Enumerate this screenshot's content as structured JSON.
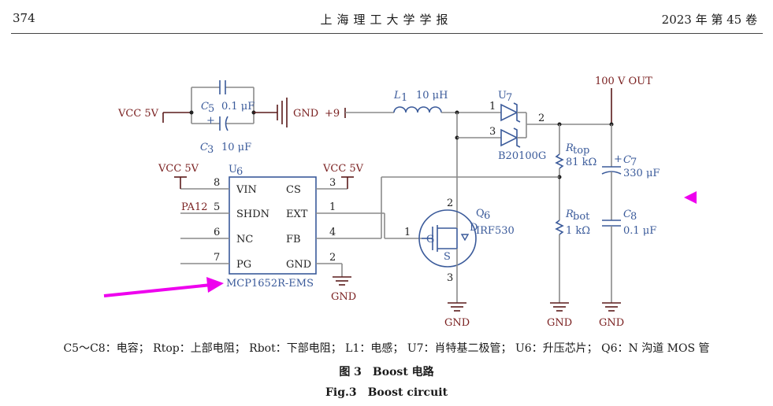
{
  "header": {
    "page_number": "374",
    "journal": "上海理工大学学报",
    "issue": "2023 年 第 45 卷"
  },
  "schematic": {
    "net_vcc_in": "VCC 5V",
    "cap_c5": "C5 0.1 μF",
    "cap_c5_name": "C",
    "cap_c5_sub": "5",
    "cap_c5_value": "0.1 μF",
    "cap_c3_name": "C",
    "cap_c3_sub": "3",
    "cap_c3_value": "10 μF",
    "plus_mark": "+",
    "gnd_top": "GND",
    "net_9": "+9",
    "inductor_name": "L",
    "inductor_sub": "1",
    "inductor_value": "10 μH",
    "diode_name": "U",
    "diode_sub": "7",
    "diode_pin1": "1",
    "diode_pin2": "2",
    "diode_pin3": "3",
    "diode_part": "B20100G",
    "net_out": "100 V OUT",
    "rtop_name": "R",
    "rtop_sub": "top",
    "rtop_value": "81 kΩ",
    "rbot_name": "R",
    "rbot_sub": "bot",
    "rbot_value": "1 kΩ",
    "c7_name": "C",
    "c7_sub": "7",
    "c7_value": "330 μF",
    "c8_name": "C",
    "c8_sub": "8",
    "c8_value": "0.1 μF",
    "ic_name": "U",
    "ic_sub": "6",
    "ic_part": "MCP1652R-EMS",
    "ic_pins_left": [
      {
        "num": "8",
        "label": "VIN"
      },
      {
        "num": "5",
        "label": "SHDN"
      },
      {
        "num": "6",
        "label": "NC"
      },
      {
        "num": "7",
        "label": "PG"
      }
    ],
    "ic_pins_right": [
      {
        "num": "3",
        "label": "CS"
      },
      {
        "num": "1",
        "label": "EXT"
      },
      {
        "num": "4",
        "label": "FB"
      },
      {
        "num": "2",
        "label": "GND"
      }
    ],
    "vcc_left": "VCC 5V",
    "vcc_right": "VCC 5V",
    "pa12": "PA12",
    "mos_name": "Q",
    "mos_sub": "6",
    "mos_part": "IRF530",
    "mos_gate_pin": "1",
    "mos_drain_pin": "2",
    "mos_source_pin": "3",
    "mos_g": "G",
    "mos_s": "S",
    "mos_d": "D",
    "gnd_ic": "GND",
    "gnd_mos": "GND",
    "gnd_rbot": "GND",
    "gnd_c8": "GND"
  },
  "legend": "C5～C8：电容； Rtop：上部电阻； Rbot：下部电阻； L1：电感； U7：肖特基二极管； U6：升压芯片； Q6：N 沟道 MOS 管",
  "figure": {
    "cn": "图 3　Boost 电路",
    "en": "Fig.3　Boost circuit"
  },
  "colors": {
    "component": "#3a5a9a",
    "net": "#7a2020",
    "annotation": "#ee00ee",
    "wire": "#8a8a8a"
  }
}
